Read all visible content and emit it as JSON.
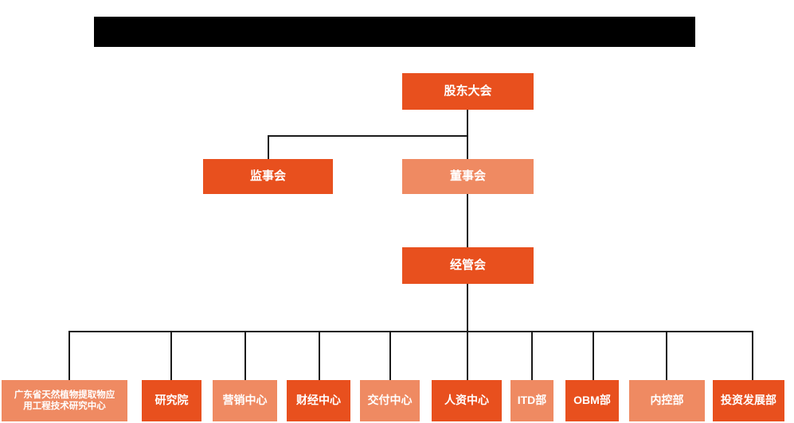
{
  "diagram": {
    "type": "org-chart",
    "title_banner": {
      "state": "redacted",
      "label": ""
    },
    "colors": {
      "dark_orange": "#E8501E",
      "light_orange": "#EF8A62",
      "connector": "#1A1A1A",
      "background": "#FFFFFF",
      "banner": "#000000",
      "node_text": "#FFFFFF"
    },
    "levels": {
      "level1": [
        {
          "id": "shareholders",
          "label": "股东大会",
          "shade": "dark"
        }
      ],
      "level2": [
        {
          "id": "supervisors",
          "label": "监事会",
          "shade": "dark"
        },
        {
          "id": "directors",
          "label": "董事会",
          "shade": "light"
        }
      ],
      "level3": [
        {
          "id": "management",
          "label": "经管会",
          "shade": "dark"
        }
      ],
      "level4": [
        {
          "id": "gd-research-center",
          "line1": "广东省天然植物提取物应",
          "line2": "用工程技术研究中心",
          "shade": "light"
        },
        {
          "id": "research-institute",
          "label": "研究院",
          "shade": "dark"
        },
        {
          "id": "marketing-center",
          "label": "营销中心",
          "shade": "light"
        },
        {
          "id": "finance-center",
          "label": "财经中心",
          "shade": "dark"
        },
        {
          "id": "delivery-center",
          "label": "交付中心",
          "shade": "light"
        },
        {
          "id": "hr-center",
          "label": "人资中心",
          "shade": "dark"
        },
        {
          "id": "itd-dept",
          "label": "ITD部",
          "shade": "light"
        },
        {
          "id": "obm-dept",
          "label": "OBM部",
          "shade": "dark"
        },
        {
          "id": "internal-control-dept",
          "label": "内控部",
          "shade": "light"
        },
        {
          "id": "investment-development-dept",
          "label": "投资发展部",
          "shade": "dark"
        }
      ]
    }
  }
}
